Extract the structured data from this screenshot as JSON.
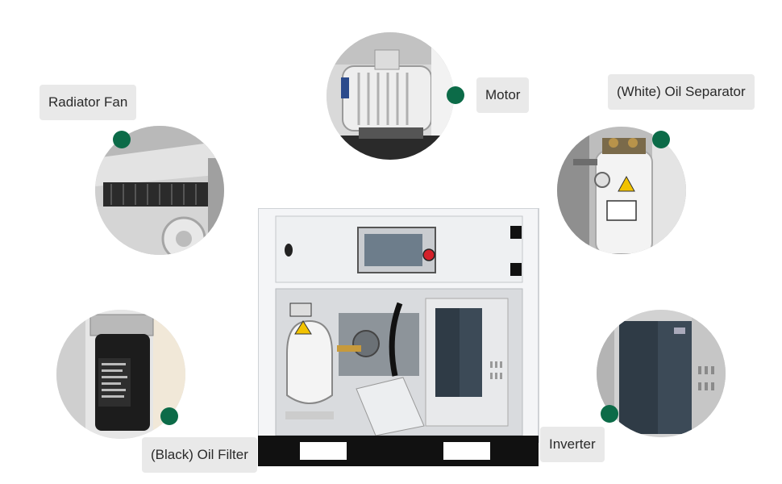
{
  "labels": {
    "radiator_fan": "Radiator Fan",
    "motor": "Motor",
    "oil_separator": "(White) Oil Separator",
    "oil_filter": "(Black) Oil Filter",
    "inverter": "Inverter"
  },
  "colors": {
    "marker": "#0c6b48",
    "label_bg": "#e9e9e9",
    "cabinet": "#f4f5f7",
    "base": "#111111"
  }
}
